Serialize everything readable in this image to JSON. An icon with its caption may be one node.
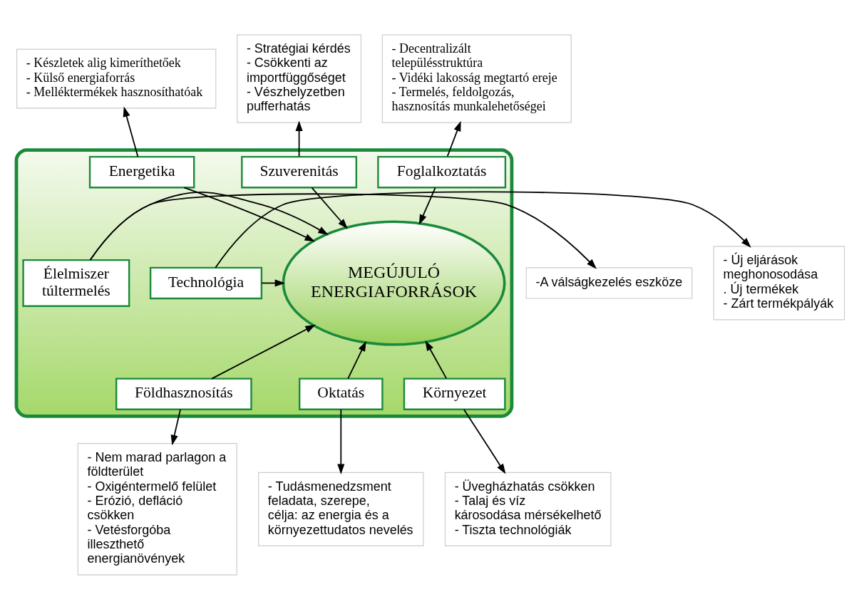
{
  "diagram": {
    "nodes": [
      {
        "text": [],
        "shape": "ellipse"
      },
      {
        "text": [
          "MEGÚJULÓ ENERGIAFORRÁSOK"
        ],
        "in": 0
      },
      {
        "text": [
          "Energetika"
        ],
        "in": 0
      },
      {
        "text": [
          "Szuverenitás"
        ],
        "in": 0
      },
      {
        "text": [
          "Foglalkoztatás"
        ],
        "in": 0
      },
      {
        "text": [
          "Élelmiszer túltermelés"
        ],
        "in": 0
      },
      {
        "text": [
          "Technológia"
        ],
        "in": 0
      },
      {
        "text": [
          "Földhasznosítás"
        ],
        "in": 0
      },
      {
        "text": [
          "Környezet"
        ],
        "in": 0
      },
      {
        "text": [
          "Oktatás"
        ],
        "in": 0
      },
      {
        "text": [
          "- Készletek alig kimeríthetőek",
          "- Külső energiaforrás",
          "- Melléktermékek hasznosíthatóak"
        ]
      },
      {
        "text": [
          "- Stratégiai kérdés",
          "- Csökkenti az importfüggőséget",
          "- Vészhelyzetben pufferhatás"
        ]
      },
      {
        "text": [
          "- Decentralizált településstruktúra",
          "- Vidéki lakosság megtartó ereje",
          "- Termelés, feldolgozás, hasznosítás munkalehetőségei"
        ]
      },
      {
        "text": [
          "-A válságkezelés eszköze"
        ]
      },
      {
        "text": [
          "- Új eljárások meghonosodása",
          ". Új termékek",
          "- Zárt termékpályák"
        ]
      },
      {
        "text": [
          "- Nem marad parlagon a földterület",
          "- Oxigéntermelő felület",
          "- Erózió, defláció csökken",
          "- Vetésforgóba illeszthető energianövények"
        ]
      },
      {
        "text": [
          "- Üvegházhatás csökken",
          "- Talaj és víz károsodása mérsékelhető",
          "- Tiszta technológiák"
        ]
      },
      {
        "text": [
          "- Tudásmenedzsment feladata, szerepe, célja: az energia és a környezettudatos nevelés"
        ]
      }
    ],
    "edges": [
      {
        "from": 2,
        "to": 1,
        "arrow": "to"
      },
      {
        "from": 2,
        "to": 10,
        "arrow": "to"
      },
      {
        "from": 3,
        "to": 1,
        "arrow": "to"
      },
      {
        "from": 3,
        "to": 11,
        "arrow": "to"
      },
      {
        "from": 4,
        "to": 1,
        "arrow": "to"
      },
      {
        "from": 4,
        "to": 12,
        "arrow": "to"
      },
      {
        "from": 5,
        "to": 1,
        "arrow": "to"
      },
      {
        "from": 5,
        "to": 13,
        "arrow": "to"
      },
      {
        "from": 6,
        "to": 1,
        "arrow": "to"
      },
      {
        "from": 6,
        "to": 14,
        "arrow": "to"
      },
      {
        "from": 7,
        "to": 1,
        "arrow": "to"
      },
      {
        "from": 7,
        "to": 15,
        "arrow": "to"
      },
      {
        "from": 8,
        "to": 1,
        "arrow": "to"
      },
      {
        "from": 8,
        "to": 16,
        "arrow": "to"
      },
      {
        "from": 9,
        "to": 1,
        "arrow": "to"
      },
      {
        "from": 9,
        "to": 17,
        "arrow": "to"
      }
    ]
  }
}
